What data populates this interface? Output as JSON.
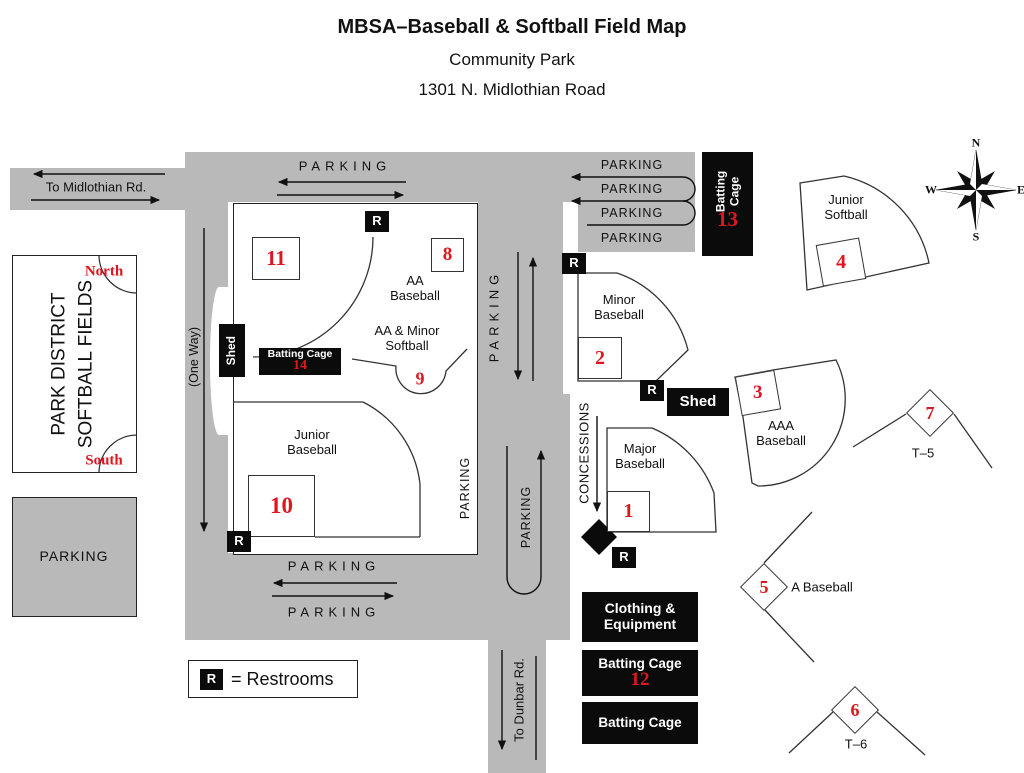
{
  "header": {
    "title": "MBSA–Baseball & Softball Field Map",
    "line2": "Community Park",
    "line3": "1301 N. Midlothian Road"
  },
  "labels": {
    "parking": "PARKING",
    "to_midlothian": "To Midlothian Rd.",
    "to_dunbar": "To Dunbar Rd.",
    "one_way": "(One Way)",
    "concessions": "CONCESSIONS",
    "shed": "Shed",
    "restroom": "R",
    "legend_text": "= Restrooms",
    "batting_cage": "Batting Cage",
    "clothing_line1": "Clothing &",
    "clothing_line2": "Equipment"
  },
  "park_district": {
    "name": "PARK DISTRICT SOFTBALL FIELDS",
    "north": "North",
    "south": "South"
  },
  "fields": {
    "f1": {
      "num": "1",
      "name": "Major Baseball"
    },
    "f2": {
      "num": "2",
      "name": "Minor Baseball"
    },
    "f3": {
      "num": "3",
      "name": "AAA Baseball"
    },
    "f4": {
      "num": "4",
      "name": "Junior Softball"
    },
    "f5": {
      "num": "5",
      "name": "A Baseball"
    },
    "f6": {
      "num": "6",
      "name": "T–6"
    },
    "f7": {
      "num": "7",
      "name": "T–5"
    },
    "f8": {
      "num": "8",
      "name": "AA Baseball"
    },
    "f9": {
      "num": "9",
      "name": "AA & Minor Softball"
    },
    "f10": {
      "num": "10",
      "name": "Junior Baseball"
    },
    "f11": {
      "num": "11"
    },
    "f12": {
      "num": "12"
    },
    "f13": {
      "num": "13"
    },
    "f14": {
      "num": "14"
    }
  },
  "compass": {
    "n": "N",
    "e": "E",
    "s": "S",
    "w": "W"
  },
  "colors": {
    "road": "#b9b9b9",
    "field_number": "#de1620",
    "marker_bg": "#0b0b0b"
  }
}
